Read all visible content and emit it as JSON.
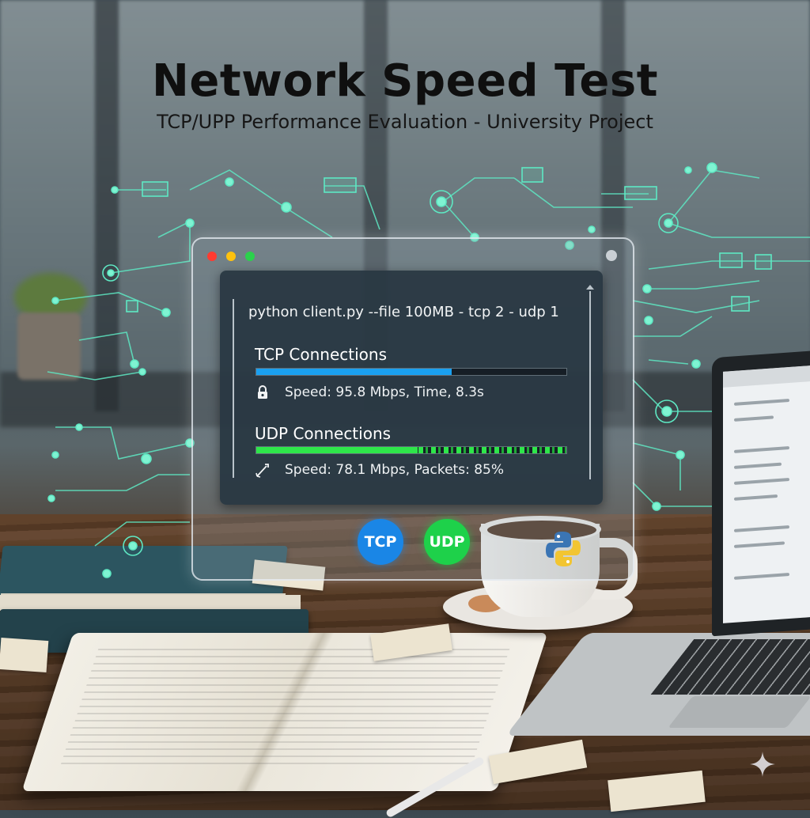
{
  "header": {
    "title": "Network Speed Test",
    "subtitle": "TCP/UPP Performance Evaluation - University Project"
  },
  "terminal": {
    "command": "python client.py --file 100MB - tcp 2 - udp 1",
    "tcp": {
      "title": "TCP Connections",
      "stat": "Speed: 95.8 Mbps, Time, 8.3s",
      "progress": 0.63,
      "icon": "lock-icon",
      "color": "#1aa0f0"
    },
    "udp": {
      "title": "UDP Connections",
      "stat": "Speed: 78.1 Mbps, Packets: 85%",
      "progress": 0.52,
      "icon": "dart-icon",
      "color": "#2ee64a"
    }
  },
  "badges": {
    "tcp_label": "TCP",
    "udp_label": "UDP",
    "tcp_color": "#1a86e6",
    "udp_color": "#1ed14a",
    "python_icon": "python-logo-icon"
  },
  "window": {
    "controls": [
      "close-dot-red",
      "minimize-dot-yellow",
      "maximize-dot-green"
    ]
  },
  "accent": {
    "network_line": "#5ee8c3",
    "network_node": "#7ff3d2"
  }
}
